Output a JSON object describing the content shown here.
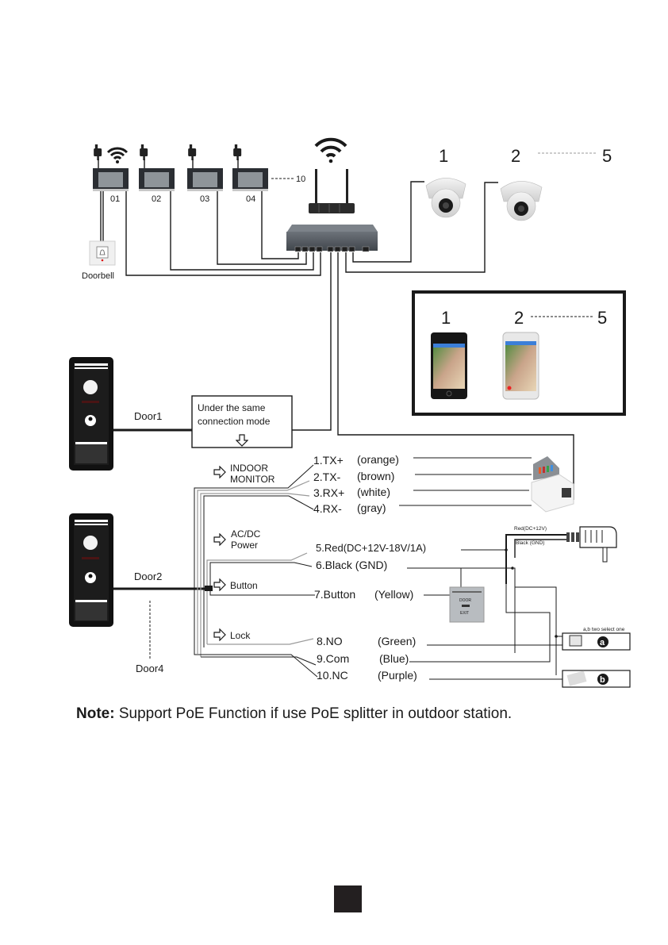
{
  "monitors": {
    "labels": [
      "01",
      "02",
      "03",
      "04"
    ],
    "more_label": "10"
  },
  "doorbell": {
    "label": "Doorbell"
  },
  "cameras": {
    "first_label": "1",
    "second_label": "2",
    "last_label": "5"
  },
  "phones": {
    "first_label": "1",
    "second_label": "2",
    "last_label": "5"
  },
  "doors": {
    "door1_label": "Door1",
    "door2_label": "Door2",
    "door4_label": "Door4"
  },
  "connection_box": {
    "line1": "Under the same",
    "line2": "connection mode"
  },
  "groups": {
    "indoor_monitor": [
      "INDOOR",
      "MONITOR"
    ],
    "power": [
      "AC/DC",
      "Power"
    ],
    "button": "Button",
    "lock": "Lock"
  },
  "wires": [
    {
      "pin": "1.TX+",
      "color_name": "(orange)"
    },
    {
      "pin": "2.TX-",
      "color_name": "(brown)"
    },
    {
      "pin": "3.RX+",
      "color_name": "(white)"
    },
    {
      "pin": "4.RX-",
      "color_name": "(gray)"
    },
    {
      "pin": "5.Red(DC+12V-18V/1A)",
      "color_name": ""
    },
    {
      "pin": "6.Black (GND)",
      "color_name": ""
    },
    {
      "pin": "7.Button",
      "color_name": "(Yellow)"
    },
    {
      "pin": "8.NO",
      "color_name": "(Green)"
    },
    {
      "pin": "9.Com",
      "color_name": "(Blue)"
    },
    {
      "pin": "10.NC",
      "color_name": "(Purple)"
    }
  ],
  "adapter": {
    "red_label": "Red(DC+12V)",
    "black_label": "Black (GND)"
  },
  "exit_button": {
    "line1": "DOOR",
    "line2": "EXIT"
  },
  "locks": {
    "caption": "a,b two select one",
    "a_label": "a",
    "b_label": "b"
  },
  "note": {
    "prefix": "Note:",
    "text": " Support PoE Function if use PoE splitter in outdoor station."
  }
}
